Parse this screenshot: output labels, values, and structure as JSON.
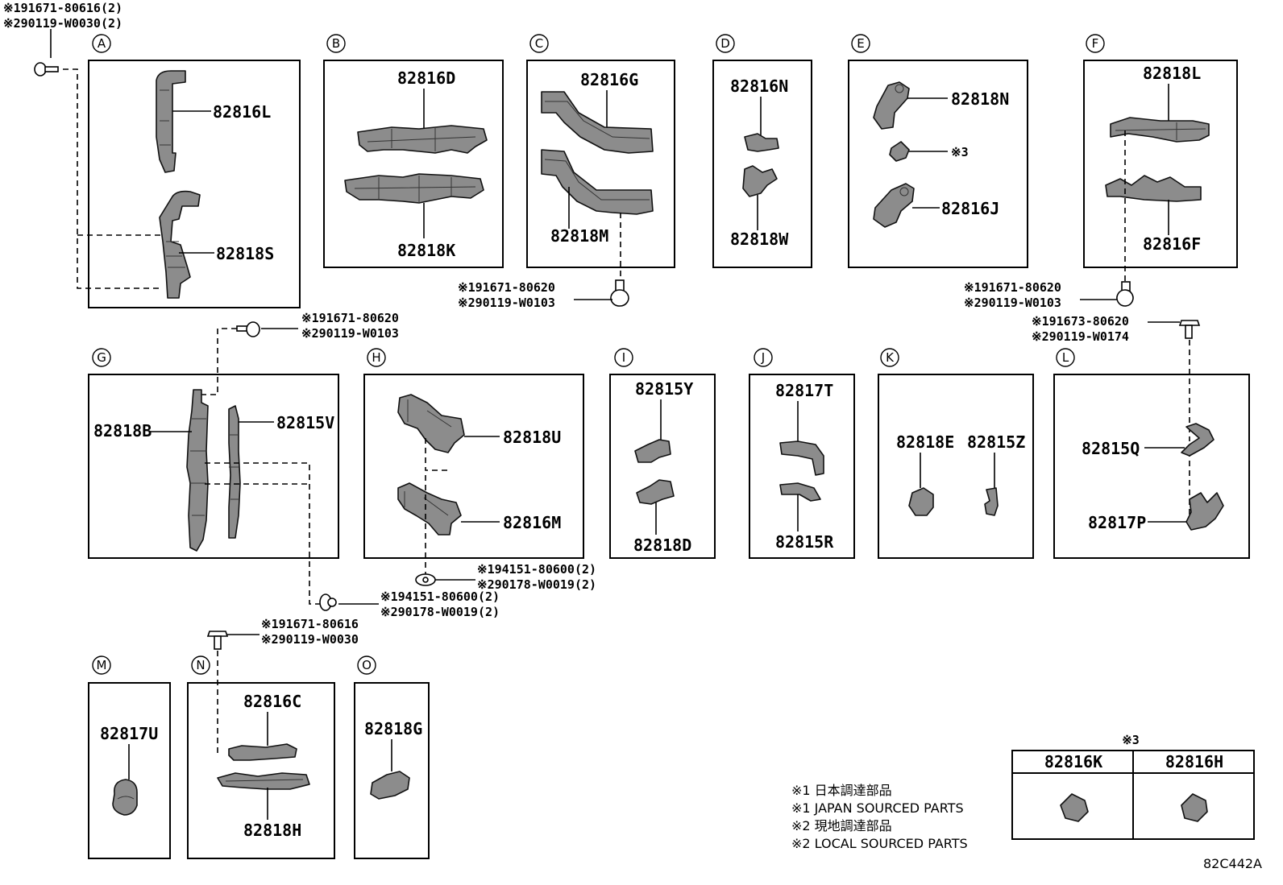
{
  "diagram_code": "82C442A",
  "section_letters": [
    "A",
    "B",
    "C",
    "D",
    "E",
    "F",
    "G",
    "H",
    "I",
    "J",
    "K",
    "L",
    "M",
    "N",
    "O"
  ],
  "parts": {
    "p82816L": "82816L",
    "p82818S": "82818S",
    "p82816D": "82816D",
    "p82818K": "82818K",
    "p82816G": "82816G",
    "p82818M": "82818M",
    "p82816N": "82816N",
    "p82818W": "82818W",
    "p82818N": "82818N",
    "p82816J": "82816J",
    "p82818L": "82818L",
    "p82816F": "82816F",
    "p82818B": "82818B",
    "p82815V": "82815V",
    "p82818U": "82818U",
    "p82816M": "82816M",
    "p82815Y": "82815Y",
    "p82818D": "82818D",
    "p82817T": "82817T",
    "p82815R": "82815R",
    "p82818E": "82818E",
    "p82815Z": "82815Z",
    "p82815Q": "82815Q",
    "p82817P": "82817P",
    "p82817U": "82817U",
    "p82816C": "82816C",
    "p82818H": "82818H",
    "p82818G": "82818G",
    "p82816K": "82816K",
    "p82816H": "82816H"
  },
  "refs": {
    "a1": "※191671-80616(2)",
    "a2": "※290119-W0030(2)",
    "c1": "※191671-80620",
    "c2": "※290119-W0103",
    "f1": "※191671-80620",
    "f2": "※290119-W0103",
    "l1": "※191673-80620",
    "l2": "※290119-W0174",
    "g1": "※191671-80620",
    "g2": "※290119-W0103",
    "h1": "※194151-80600(2)",
    "h2": "※290178-W0019(2)",
    "gb1": "※194151-80600(2)",
    "gb2": "※290178-W0019(2)",
    "n1": "※191671-80616",
    "n2": "※290119-W0030",
    "e3": "※3",
    "box3": "※3"
  },
  "legend": {
    "l1": "※1 日本調達部品",
    "l2": "※1 JAPAN SOURCED PARTS",
    "l3": "※2 現地調達部品",
    "l4": "※2 LOCAL SOURCED PARTS"
  }
}
